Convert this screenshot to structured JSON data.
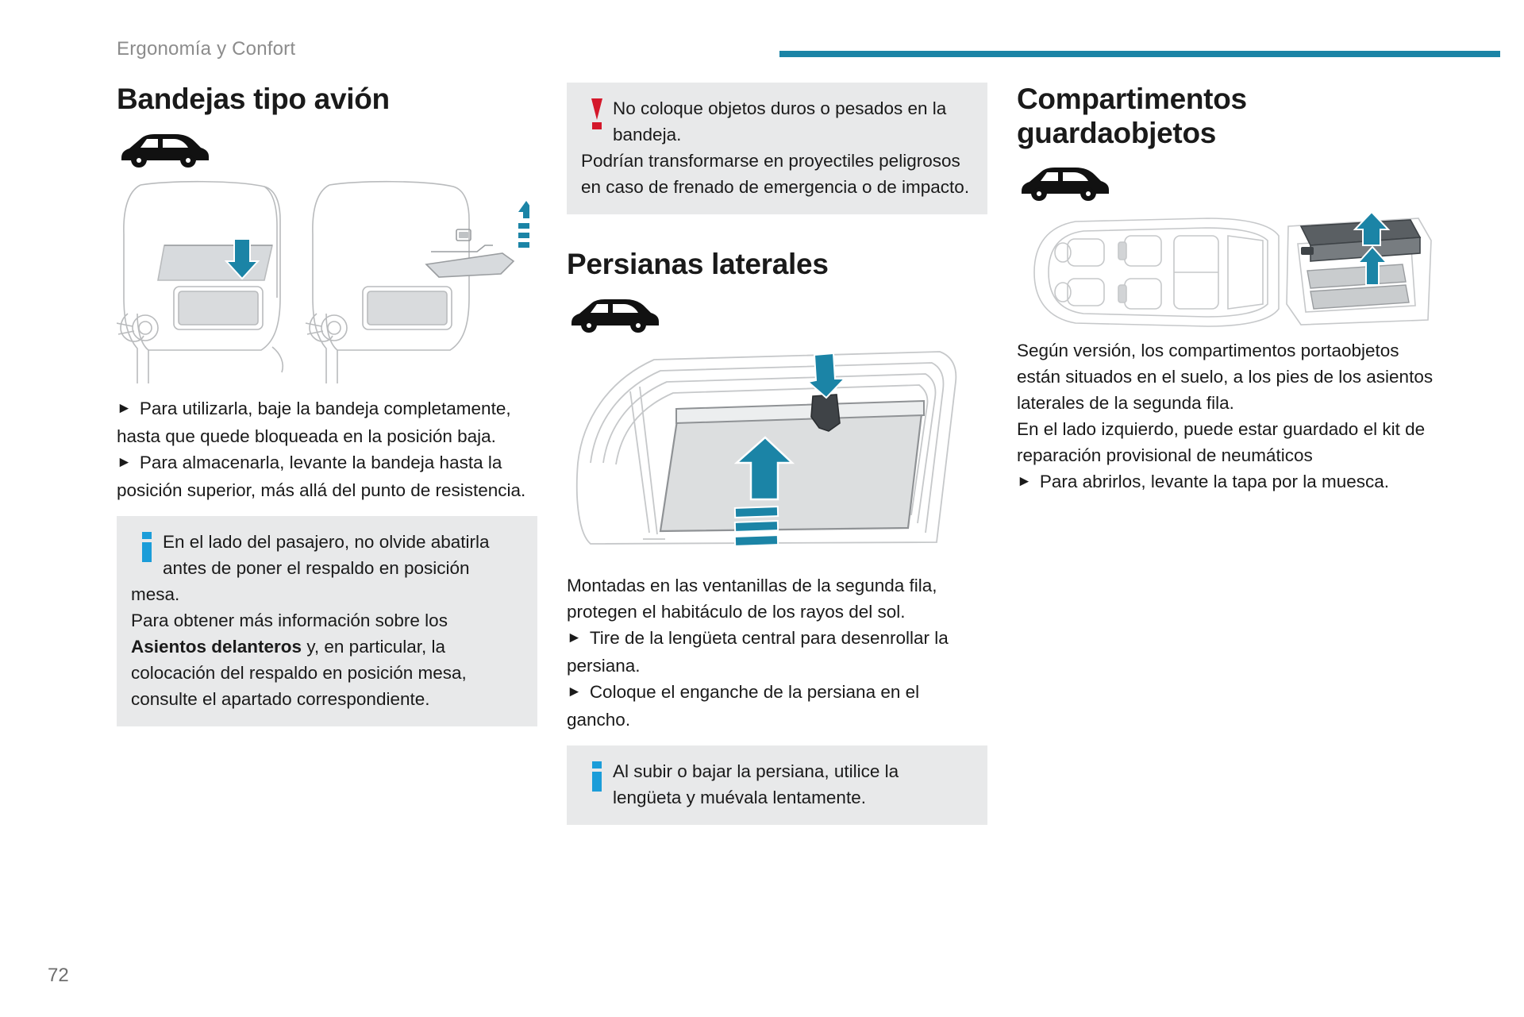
{
  "header": {
    "breadcrumb": "Ergonomía y Confort",
    "rule_color": "#1b84a6"
  },
  "page_number": "72",
  "colors": {
    "accent_teal": "#1b84a6",
    "icon_blue": "#1b9dd9",
    "warning_red": "#d4182b",
    "notice_bg": "#e8e9ea",
    "breadcrumb_gray": "#8c8c8c"
  },
  "columns": {
    "left": {
      "title": "Bandejas tipo avión",
      "car_icon": "car-side-silhouette-icon",
      "illustration": "seat-back-tray-tables-illustration",
      "paragraphs": [
        {
          "bullet": "►",
          "text": "Para utilizarla, baje la bandeja completamente, hasta que quede bloqueada en la posición baja."
        },
        {
          "bullet": "►",
          "text": "Para almacenarla, levante la bandeja hasta la posición superior, más allá del punto de resistencia."
        }
      ],
      "notice": {
        "type": "info",
        "icon": "info-icon",
        "indented_text": "En el lado del pasajero, no olvide abatirla antes de poner el respaldo en posición",
        "continuation_1": "mesa.",
        "continuation_2_pre": "Para obtener más información sobre los ",
        "continuation_2_bold": "Asientos delanteros",
        "continuation_2_post": " y, en particular, la colocación del respaldo en posición mesa, consulte el apartado correspondiente."
      }
    },
    "middle": {
      "notice_top": {
        "type": "warning",
        "icon": "warning-icon",
        "indented_text": "No coloque objetos duros o pesados en la bandeja.",
        "continuation": "Podrían transformarse en proyectiles peligrosos en caso de frenado de emergencia o de impacto."
      },
      "title": "Persianas laterales",
      "car_icon": "car-side-silhouette-icon",
      "illustration": "side-window-sunblind-illustration",
      "paragraphs": [
        {
          "bullet": "",
          "text": "Montadas en las ventanillas de la segunda fila, protegen el habitáculo de los rayos del sol."
        },
        {
          "bullet": "►",
          "text": "Tire de la lengüeta central para desenrollar la persiana."
        },
        {
          "bullet": "►",
          "text": "Coloque el enganche de la persiana en el gancho."
        }
      ],
      "notice_bottom": {
        "type": "info",
        "icon": "info-icon",
        "indented_text": "Al subir o bajar la persiana, utilice la lengüeta y muévala lentamente."
      }
    },
    "right": {
      "title_line1": "Compartimentos",
      "title_line2": "guardaobjetos",
      "car_icon": "car-side-silhouette-icon",
      "illustration": "floor-storage-compartments-illustration",
      "paragraphs": [
        {
          "bullet": "",
          "text": "Según versión, los compartimentos portaobjetos están situados en el suelo, a los pies de los asientos laterales de la segunda fila."
        },
        {
          "bullet": "",
          "text": "En el lado izquierdo, puede estar guardado el kit de reparación provisional de neumáticos"
        },
        {
          "bullet": "►",
          "text": "Para abrirlos, levante la tapa por la muesca."
        }
      ]
    }
  }
}
